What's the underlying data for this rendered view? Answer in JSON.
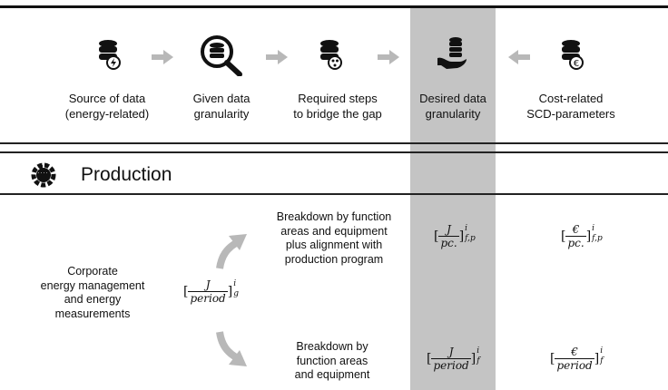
{
  "header": {
    "columns": [
      {
        "line1": "Source of data",
        "line2": "(energy-related)",
        "icon": "database-energy-icon"
      },
      {
        "line1": "Given data",
        "line2": "granularity",
        "icon": "database-search-icon"
      },
      {
        "line1": "Required steps",
        "line2": "to bridge the gap",
        "icon": "database-network-icon"
      },
      {
        "line1": "Desired data",
        "line2": "granularity",
        "icon": "database-hand-icon"
      },
      {
        "line1": "Cost-related",
        "line2": "SCD-parameters",
        "icon": "database-euro-icon"
      }
    ]
  },
  "section": {
    "title": "Production",
    "icon": "factory-gear-icon"
  },
  "source": {
    "line1": "Corporate",
    "line2": "energy management",
    "line3": "and energy",
    "line4": "measurements"
  },
  "given": {
    "num": "J",
    "den": "period",
    "sup": "i",
    "sub": "g"
  },
  "steps": {
    "upper": {
      "line1": "Breakdown by function",
      "line2": "areas and equipment",
      "line3": "plus alignment with",
      "line4": "production program"
    },
    "lower": {
      "line1": "Breakdown by",
      "line2": "function areas",
      "line3": "and equipment"
    }
  },
  "desired": {
    "upper": {
      "num": "J",
      "den": "pc.",
      "sup": "i",
      "sub": "f,p"
    },
    "lower": {
      "num": "J",
      "den": "period",
      "sup": "i",
      "sub": "f"
    }
  },
  "cost": {
    "upper": {
      "num": "€",
      "den": "pc.",
      "sup": "i",
      "sub": "f,p"
    },
    "lower": {
      "num": "€",
      "den": "period",
      "sup": "i",
      "sub": "f"
    }
  },
  "colors": {
    "highlight": "#c4c4c4",
    "arrow": "#b8b8b8",
    "icon": "#111111"
  }
}
